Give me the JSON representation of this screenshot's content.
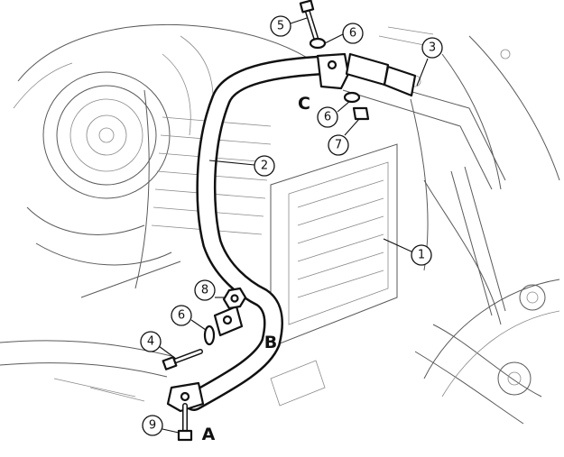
{
  "callouts": [
    {
      "id": "c1",
      "label": "1"
    },
    {
      "id": "c2",
      "label": "2"
    },
    {
      "id": "c3",
      "label": "3"
    },
    {
      "id": "c4",
      "label": "4"
    },
    {
      "id": "c5",
      "label": "5"
    },
    {
      "id": "c6a",
      "label": "6"
    },
    {
      "id": "c6b",
      "label": "6"
    },
    {
      "id": "c6c",
      "label": "6"
    },
    {
      "id": "c7",
      "label": "7"
    },
    {
      "id": "c8",
      "label": "8"
    },
    {
      "id": "c9",
      "label": "9"
    }
  ],
  "points": [
    {
      "id": "pA",
      "label": "A"
    },
    {
      "id": "pB",
      "label": "B"
    },
    {
      "id": "pC",
      "label": "C"
    }
  ]
}
